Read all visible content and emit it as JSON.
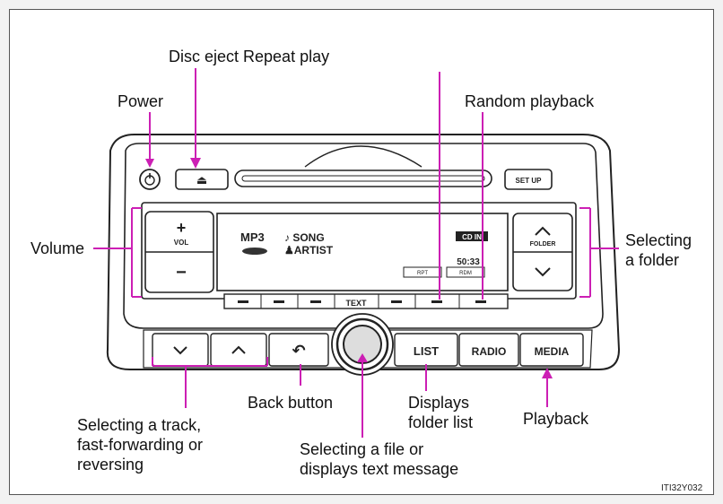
{
  "labels": {
    "disc_eject_repeat": "Disc eject Repeat play",
    "power": "Power",
    "random": "Random playback",
    "volume": "Volume",
    "selecting_folder": "Selecting\na folder",
    "selecting_track": "Selecting a track,\nfast-forwarding or\nreversing",
    "back": "Back button",
    "displays_folder_list": "Displays\nfolder list",
    "playback": "Playback",
    "selecting_file": "Selecting a file or\ndisplays text message"
  },
  "buttons": {
    "setup": "SET UP",
    "vol": "VOL",
    "folder": "FOLDER",
    "text": "TEXT",
    "list": "LIST",
    "radio": "RADIO",
    "media": "MEDIA",
    "plus": "+",
    "minus": "−",
    "eject_glyph": "⏏",
    "back_glyph": "↶"
  },
  "display": {
    "mp3": "MP3",
    "song": "♪ SONG",
    "artist": "♟ARTIST",
    "cd_in": "CD IN",
    "time": "50:33",
    "rpt": "RPT",
    "rdm": "RDM"
  },
  "figure_code": "ITI32Y032",
  "colors": {
    "callout": "#cc1fb4",
    "panel_stroke": "#222222"
  }
}
